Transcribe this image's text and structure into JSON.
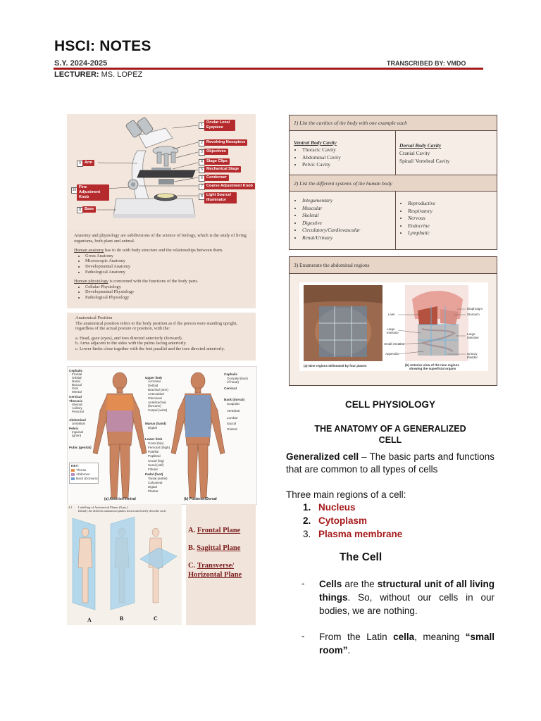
{
  "header": {
    "title": "HSCI: NOTES",
    "sy": "S.Y. 2024-2025",
    "transcribed": "TRANSCRIBED BY: VMDO",
    "lecturer_label": "LECTURER:",
    "lecturer_name": " MS. LOPEZ"
  },
  "microscope": {
    "labels": {
      "ocular": "Ocular Lens/ Eyepiece",
      "nosepiece": "Revolving Nosepiece",
      "objectives": "Objectives",
      "clips": "Stage Clips",
      "mech": "Mechanical Stage",
      "condenser": "Condenser",
      "coarse": "Coarse Adjustment Knob",
      "light": "Light Source/ Illuminator",
      "arm": "Arm",
      "fine": "Fine Adjustment Knob",
      "base": "Base"
    },
    "numbers": {
      "n1": "1",
      "n2": "2",
      "n3": "3",
      "n4": "4",
      "n5": "5",
      "n6": "6",
      "n7": "7",
      "n8": "8",
      "n9": "9",
      "n10": "10",
      "n11": "11"
    }
  },
  "anatomy": {
    "intro": "Anatomy and physiology are subdivisions of the science of biology, which is the study of living organisms, both plant and animal.",
    "anat_term": "Human anatomy",
    "anat_rest": " has to do with body structure and the relationships between them.",
    "anat_items": [
      "Gross Anatomy",
      "Microscopic Anatomy",
      "Developmental Anatomy",
      "Pathological Anatomy"
    ],
    "phys_term": "Human physiology",
    "phys_rest": " is concerned with the functions of the body parts.",
    "phys_items": [
      "Cellular Physiology",
      "Developmental Physiology",
      "Pathological Physiology"
    ]
  },
  "position": {
    "heading": "Anatomical Position",
    "text": "The anatomical position refers to the body position as if the person were standing upright, regardless of the actual posture or position, with the:",
    "a": "a. Head, gaze (eyes), and toes directed anteriorly (forward).",
    "b": "b. Arms adjacent to the sides with the palms facing anteriorly.",
    "c": "c. Lower limbs close together with the feet parallel and the toes directed anteriorly."
  },
  "bodymap": {
    "left": [
      "Cephalic",
      "Frontal",
      "Orbital",
      "Nasal",
      "Buccal",
      "Oral",
      "Mental",
      "Cervical",
      "Thoracic",
      "Sternal",
      "Axillary",
      "Pectoral",
      "Abdominal",
      "Umbilical",
      "Pelvic",
      "Inguinal",
      "(groin)",
      "Pubic (genital)"
    ],
    "mid": [
      "Upper limb",
      "Acromial",
      "Deltoid",
      "Brachial (arm)",
      "Antecubital",
      "Olecranal",
      "Antebrachial",
      "(forearm)",
      "Carpal (wrist)",
      "Manus (hand)",
      "Digital",
      "Lower limb",
      "Coxal (hip)",
      "Femoral (thigh)",
      "Patellar",
      "Popliteal",
      "Crural (leg)",
      "Sural (calf)",
      "Fibular",
      "Pedal (foot)",
      "Tarsal (ankle)",
      "Calcaneal",
      "Digital",
      "Plantar"
    ],
    "right": [
      "Cephalic",
      "Occipital (back",
      "of head)",
      "Cervical",
      "Back (dorsal)",
      "Scapular",
      "Vertebral",
      "Lumbar",
      "Sacral",
      "Gluteal"
    ],
    "key_title": "KEY:",
    "key": [
      "Thorax",
      "Abdomen",
      "Back (Dorsum)"
    ],
    "cap_a": "(a) Anterior/Ventral",
    "cap_b": "(b) Posterior/Dorsal"
  },
  "planes": {
    "num": "4.1",
    "instr1": "Labelling of Anatomical Planes (8 pts.)",
    "instr2": "Identify the different anatomical planes shown and briefly describe each.",
    "fig_a": "A",
    "fig_b": "B",
    "fig_c": "C",
    "a_letter": "A. ",
    "a": "Frontal Plane",
    "b_letter": "B. ",
    "b": "Sagittal Plane",
    "c_letter": "C. ",
    "c1": "Transverse/",
    "c2": "Horizontal Plane"
  },
  "table1": {
    "q1": "1) List the cavities of the body with one example each",
    "ventral_title": "Ventral Body Cavity",
    "ventral": [
      "Thoracic Cavity",
      "Abdominal Cavity",
      "Pelvic Cavity"
    ],
    "dorsal_title": "Dorsal Body Cavity",
    "dorsal1": "Cranial Cavity",
    "dorsal2": "Spinal/ Vertebral Cavity",
    "q2": "2) List the different systems of the human body",
    "systems_left": [
      "Integumentary",
      "Muscular",
      "Skeletal",
      "Digestive",
      "Circulatory/Cardiovascular",
      "Renal/Urinary"
    ],
    "systems_right": [
      "Reproductive",
      "Respiratory",
      "Nervous",
      "Endocrine",
      "Lymphatic"
    ]
  },
  "table3": {
    "q3": "3) Enumerate the abdominal regions",
    "cap_a": "(a) Nine regions delineated by four planes",
    "cap_b1": "(b) Anterior view of the nine regions",
    "cap_b2": "showing the superficial organs",
    "organs_left": [
      "Liver",
      "Large",
      "intestine",
      "Small intestine",
      "Appendix"
    ],
    "organs_right": [
      "Diaphragm",
      "Stomach",
      "Large",
      "intestine",
      "Urinary",
      "bladder"
    ]
  },
  "cell": {
    "heading": "CELL PHYSIOLOGY",
    "sub1": "THE ANATOMY OF A GENERALIZED",
    "sub2": "CELL",
    "gen_term": "Generalized cell",
    "gen_rest": " – The basic parts and functions that are common to all types of cells",
    "three": "Three main regions of a cell:",
    "r1n": "1.",
    "r1": "Nucleus",
    "r2n": "2.",
    "r2": "Cytoplasm",
    "r3n": "3.",
    "r3": "Plasma membrane",
    "thecell": "The Cell",
    "dash": "-",
    "p1a": "Cells",
    "p1b": " are the ",
    "p1c": "structural unit of all living things",
    "p1d": ". So, without our cells in our bodies, we are nothing.",
    "p2a": "From the Latin ",
    "p2b": "cella",
    "p2c": ", meaning ",
    "p2d": "“small room”",
    "p2e": "."
  }
}
